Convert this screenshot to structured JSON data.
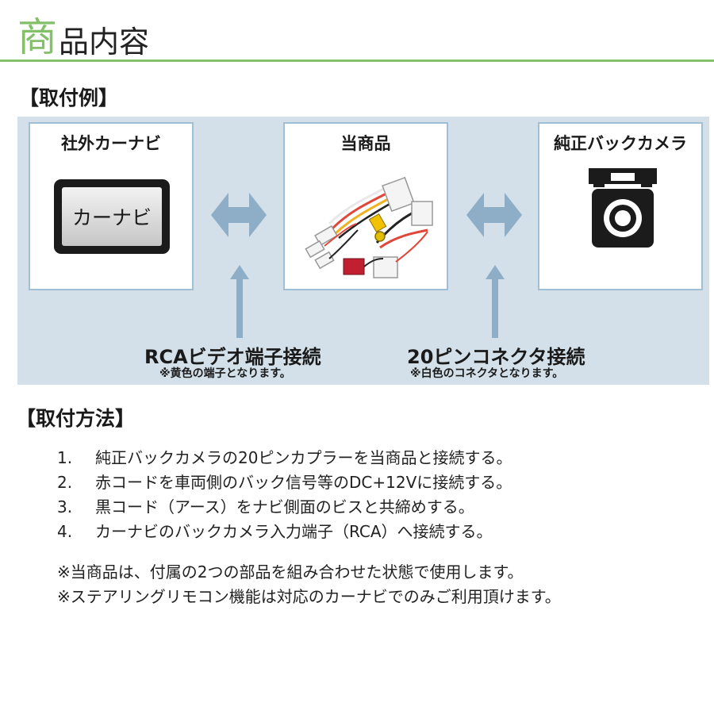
{
  "header": {
    "title_first": "商",
    "title_rest": "品内容"
  },
  "example": {
    "heading": "【取付例】",
    "navi_box": {
      "label": "社外カーナビ",
      "screen_text": "カーナビ"
    },
    "product_box": {
      "label": "当商品"
    },
    "camera_box": {
      "label": "純正バックカメラ"
    },
    "rca": {
      "label": "RCAビデオ端子接続",
      "note": "※黄色の端子となります。"
    },
    "pin": {
      "label": "20ピンコネクタ接続",
      "note": "※白色のコネクタとなります。"
    }
  },
  "method": {
    "heading": "【取付方法】",
    "steps": [
      {
        "num": "1.",
        "text": "純正バックカメラの20ピンカプラーを当商品と接続する。"
      },
      {
        "num": "2.",
        "text": "赤コードを車両側のバック信号等のDC+12Vに接続する。"
      },
      {
        "num": "3.",
        "text": "黒コード（アース）をナビ側面のビスと共締めする。"
      },
      {
        "num": "4.",
        "text": "カーナビのバックカメラ入力端子（RCA）へ接続する。"
      }
    ],
    "notes": [
      "※当商品は、付属の2つの部品を組み合わせた状態で使用します。",
      "※ステアリングリモコン機能は対応のカーナビでのみご利用頂けます。"
    ]
  },
  "colors": {
    "accent_green": "#84c06a",
    "panel_blue": "#d3e0e9",
    "arrow_blue": "#8eaec7",
    "box_border": "#9fbfd6"
  }
}
